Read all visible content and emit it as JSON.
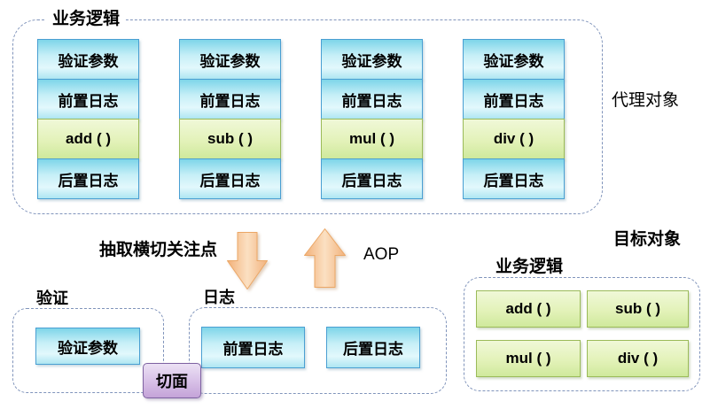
{
  "proxy": {
    "container_label": "业务逻辑",
    "side_label": "代理对象",
    "columns": [
      {
        "items": [
          "验证参数",
          "前置日志",
          "add ( )",
          "后置日志"
        ]
      },
      {
        "items": [
          "验证参数",
          "前置日志",
          "sub ( )",
          "后置日志"
        ]
      },
      {
        "items": [
          "验证参数",
          "前置日志",
          "mul ( )",
          "后置日志"
        ]
      },
      {
        "items": [
          "验证参数",
          "前置日志",
          "div ( )",
          "后置日志"
        ]
      }
    ]
  },
  "transform": {
    "extract_label": "抽取横切关注点",
    "aop_label": "AOP"
  },
  "aspects": {
    "validation": {
      "label": "验证",
      "items": [
        "验证参数"
      ]
    },
    "logging": {
      "label": "日志",
      "items": [
        "前置日志",
        "后置日志"
      ]
    },
    "aspect_label": "切面"
  },
  "target": {
    "side_label": "目标对象",
    "container_label": "业务逻辑",
    "methods": [
      "add ( )",
      "sub ( )",
      "mul ( )",
      "div ( )"
    ]
  },
  "colors": {
    "dash_border": "#8094bb",
    "blue_border": "#4a9fd2",
    "green_border": "#9bbb59",
    "purple_border": "#7e62a1",
    "arrow_fill": "#f5c499",
    "arrow_edge": "#eba766"
  }
}
